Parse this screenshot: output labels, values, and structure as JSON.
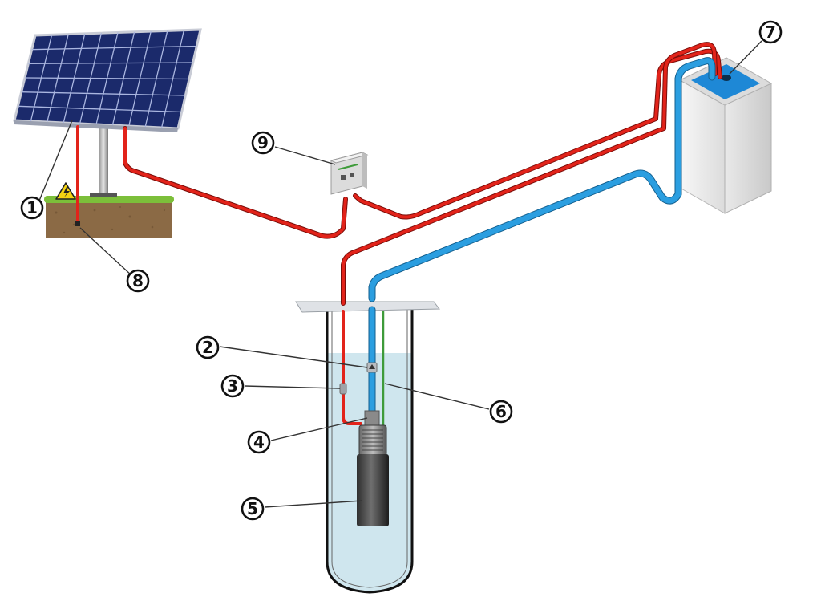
{
  "labels": {
    "l1": "1",
    "l2": "2",
    "l3": "3",
    "l4": "4",
    "l5": "5",
    "l6": "6",
    "l7": "7",
    "l8": "8",
    "l9": "9"
  },
  "colors": {
    "power_cable": "#e2231a",
    "water_pipe": "#2b9ee0",
    "sensor_cable": "#3e9b3a",
    "well_water": "#cfe6ee",
    "solar_panel": "#1b2a6b",
    "ground_soil": "#8b6a45",
    "grass": "#7cbf3a",
    "tank_water": "#1e88d6"
  },
  "icons": {
    "warning": "lightning-warning-icon"
  }
}
